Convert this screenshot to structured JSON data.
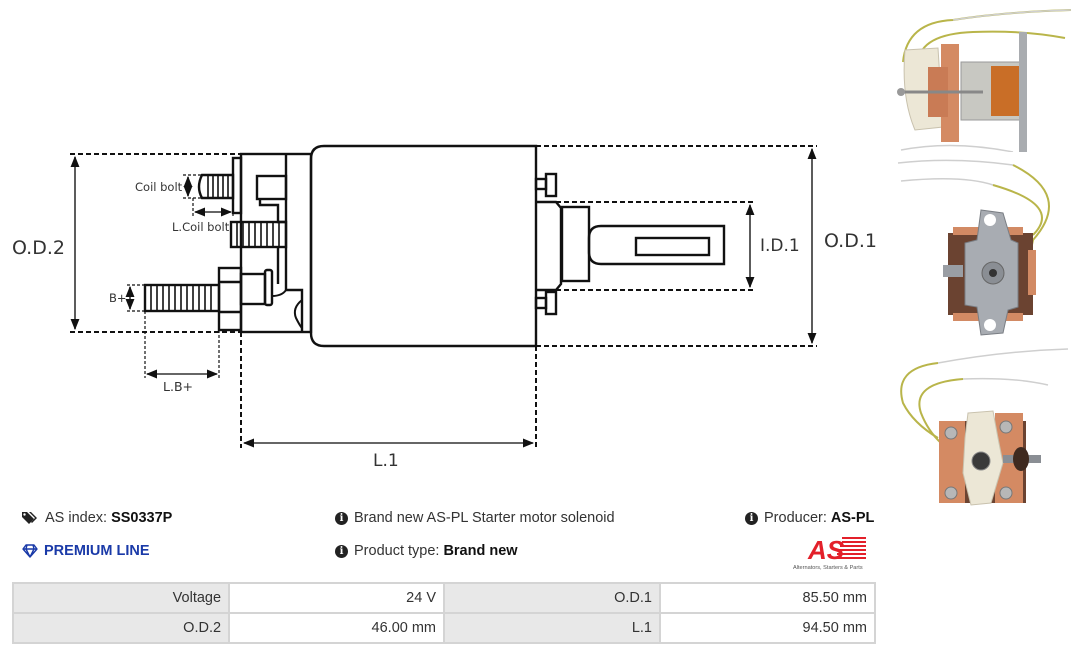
{
  "diagram": {
    "labels": {
      "od2": "O.D.2",
      "od1": "O.D.1",
      "id1": "I.D.1",
      "l1": "L.1",
      "coil_bolt": "Coil bolt",
      "l_coil_bolt": "L.Coil bolt",
      "b_plus": "B+",
      "l_b_plus": "L.B+"
    }
  },
  "photos": [
    {
      "name": "solenoid-side-view"
    },
    {
      "name": "solenoid-mounting-plate-view"
    },
    {
      "name": "solenoid-contact-terminal-view"
    }
  ],
  "info": {
    "as_index_label": "AS index:",
    "as_index_value": "SS0337P",
    "premium_line": "PREMIUM LINE",
    "description": "Brand new AS-PL Starter motor solenoid",
    "product_type_label": "Product type:",
    "product_type_value": "Brand new",
    "producer_label": "Producer:",
    "producer_value": "AS-PL",
    "logo_text": "AS",
    "logo_tagline": "Alternators, Starters & Parts"
  },
  "icons": {
    "tags": "tags-icon",
    "diamond": "diamond-icon",
    "info": "info-circle-icon"
  },
  "colors": {
    "premium": "#1a3aa8",
    "logo_red": "#e3202a",
    "table_key_bg": "#e8e8e8",
    "table_border": "#d4d4d4"
  },
  "specs": [
    [
      {
        "key": "Voltage",
        "value": "24 V"
      },
      {
        "key": "O.D.1",
        "value": "85.50 mm"
      }
    ],
    [
      {
        "key": "O.D.2",
        "value": "46.00 mm"
      },
      {
        "key": "L.1",
        "value": "94.50 mm"
      }
    ]
  ]
}
